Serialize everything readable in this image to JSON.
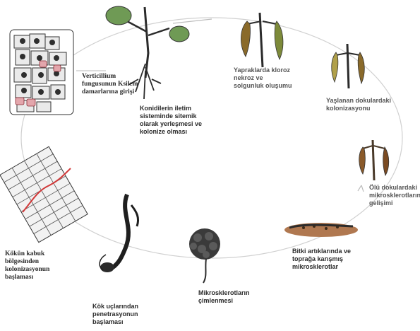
{
  "stages": {
    "verticillium_entry": "Verticillium fungusunun Ksilem damarlarına girişi",
    "conidia_spread": "Konidilerin iletim sisteminde sitemik olarak yerleşmesi ve kolonize olması",
    "leaf_symptoms": "Yapraklarda kloroz nekroz ve solgunluk oluşumu",
    "senescent_colonization": "Yaşlanan dokulardaki kolonizasyonu",
    "microsclerotia_development": "Ölü dokulardaki mikrosklerotların gelişimi",
    "soil_microsclerotia": "Bitki artıklarında ve toprağa karışmış mikrosklerotlar",
    "germination": "Mikrosklerotların çimlenmesi",
    "root_penetration": "Kök uçlarından penetrasyonun başlaması",
    "cortex_colonization": "Kökün kabuk bölgesinden kolonizasyonun başlaması"
  },
  "colors": {
    "cycle_line": "#c8c8c8",
    "leaf_green": "#6f9a55",
    "wilted_leaf": "#8a6a2a",
    "stem": "#2b2b2b",
    "hypha_red": "#d23a3a",
    "soil": "#b07850"
  }
}
